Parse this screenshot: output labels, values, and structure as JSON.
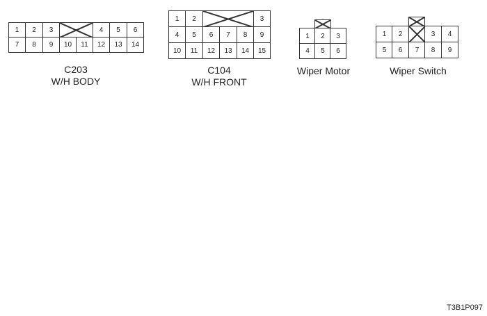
{
  "connectors": [
    {
      "id": "c203",
      "name": "C203",
      "sub": "W/H BODY",
      "rows": [
        [
          "1",
          "2",
          "3",
          "",
          "4",
          "5",
          "6"
        ],
        [
          "7",
          "8",
          "9",
          "10",
          "11",
          "12",
          "13",
          "14"
        ]
      ]
    },
    {
      "id": "c104",
      "name": "C104",
      "sub": "W/H FRONT",
      "rows": [
        [
          "1",
          "2",
          "",
          "3"
        ],
        [
          "4",
          "5",
          "6",
          "7",
          "8",
          "9"
        ],
        [
          "10",
          "11",
          "12",
          "13",
          "14",
          "15"
        ]
      ]
    },
    {
      "id": "wiper-motor",
      "name": "Wiper Motor",
      "sub": "",
      "rows": [
        [
          ""
        ],
        [
          "1",
          "2",
          "3"
        ],
        [
          "4",
          "5",
          "6"
        ]
      ]
    },
    {
      "id": "wiper-switch",
      "name": "Wiper Switch",
      "sub": "",
      "rows": [
        [
          ""
        ],
        [
          "1",
          "2",
          "",
          "3",
          "4"
        ],
        [
          "5",
          "6",
          "7",
          "8",
          "9"
        ]
      ]
    }
  ],
  "figure_code": "T3B1P097"
}
